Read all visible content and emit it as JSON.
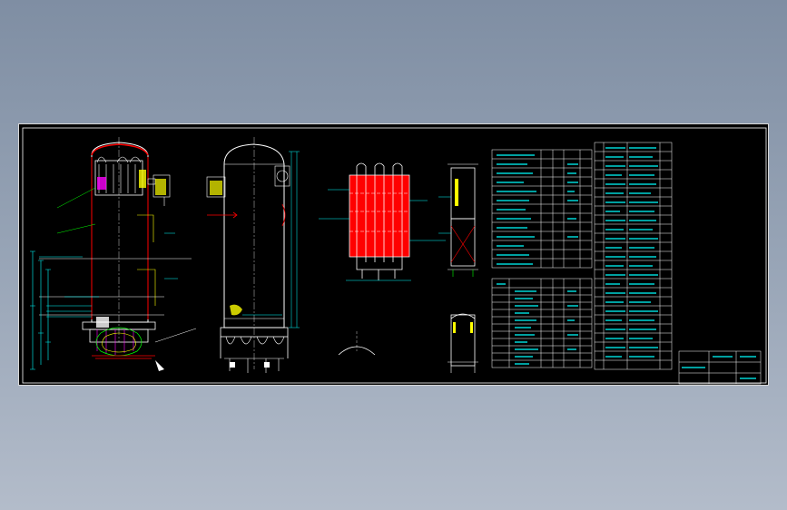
{
  "drawing": {
    "title": "",
    "colors": {
      "canvas": "#000000",
      "outline": "#ffffff",
      "dimension": "#00ffff",
      "hatch": "#ff0000",
      "part": "#ffff00",
      "leader": "#00ff00",
      "highlight": "#ff00ff"
    },
    "views": [
      {
        "name": "front-section"
      },
      {
        "name": "side-elevation"
      },
      {
        "name": "tube-bundle-detail"
      },
      {
        "name": "nozzle-detail-a"
      },
      {
        "name": "nozzle-detail-b"
      },
      {
        "name": "parts-list-left"
      },
      {
        "name": "parts-list-right"
      },
      {
        "name": "title-block"
      }
    ]
  }
}
